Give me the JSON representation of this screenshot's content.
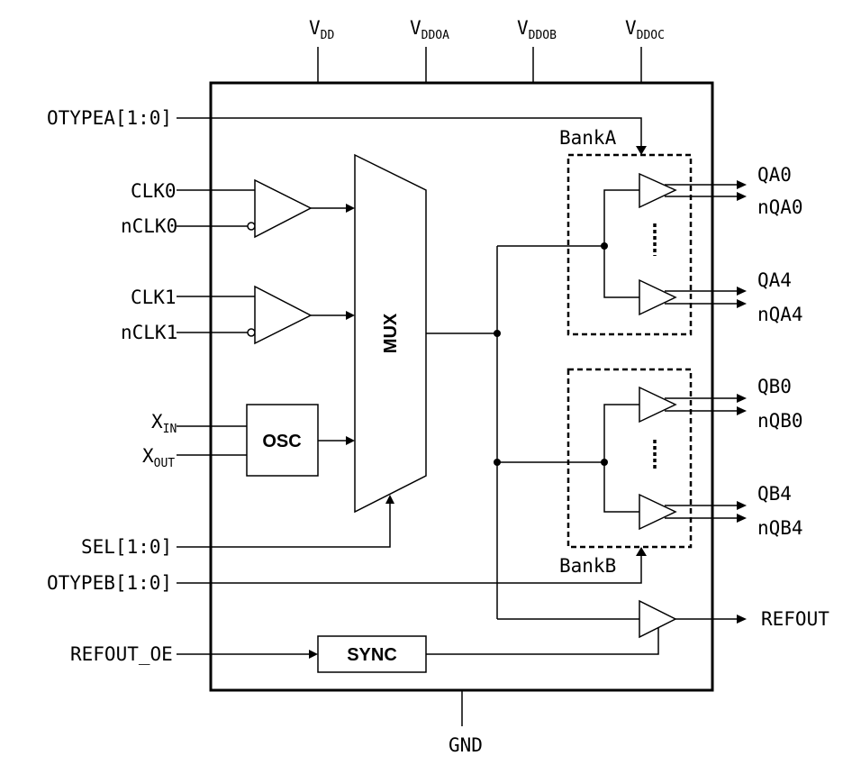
{
  "power_pins": {
    "vdd": {
      "main": "V",
      "sub": "DD"
    },
    "vddoa": {
      "main": "V",
      "sub": "DDOA"
    },
    "vddob": {
      "main": "V",
      "sub": "DDOB"
    },
    "vddoc": {
      "main": "V",
      "sub": "DDOC"
    }
  },
  "ground": "GND",
  "inputs": {
    "otypea": "OTYPEA[1:0]",
    "clk0": "CLK0",
    "nclk0": "nCLK0",
    "clk1": "CLK1",
    "nclk1": "nCLK1",
    "xin": {
      "main": "X",
      "sub": "IN"
    },
    "xout": {
      "main": "X",
      "sub": "OUT"
    },
    "sel": "SEL[1:0]",
    "otypeb": "OTYPEB[1:0]",
    "refout_oe": "REFOUT_OE"
  },
  "blocks": {
    "mux": "MUX",
    "osc": "OSC",
    "sync": "SYNC",
    "bank_a": "BankA",
    "bank_b": "BankB"
  },
  "outputs": {
    "qa0": "QA0",
    "nqa0": "nQA0",
    "qa4": "QA4",
    "nqa4": "nQA4",
    "qb0": "QB0",
    "nqb0": "nQB0",
    "qb4": "QB4",
    "nqb4": "nQB4",
    "refout": "REFOUT"
  }
}
